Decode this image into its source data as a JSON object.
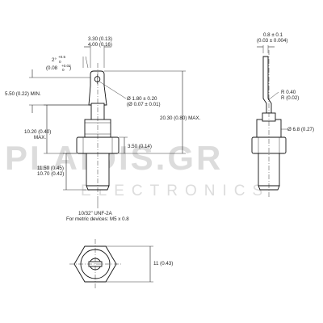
{
  "watermark": {
    "brand": "PLAIDIS.GR",
    "sub": "ELECTRONICS"
  },
  "left_view": {
    "lead_width": [
      "3.30 (0.13)",
      "4.00 (0.16)"
    ],
    "angle_main": "2°",
    "angle_tol_up": "+0.5",
    "angle_tol_down": "0",
    "angle_inch": "(0.08",
    "angle_inch_tol": "+0.02",
    "angle_inch_tol_down": "0",
    "angle_inch_close": ")",
    "lead_len_min": "5.50 (0.22) MIN.",
    "hole": [
      "Ø 1.80 ± 0.20",
      "(Ø 0.07 ± 0.01)"
    ],
    "overall_max": "20.30 (0.80) MAX.",
    "body_max": [
      "10.20 (0.40)",
      "MAX."
    ],
    "hex_thick": "3.50 (0.14)",
    "stud_len": [
      "11.50 (0.45)",
      "10.70 (0.42)"
    ],
    "thread": [
      "10/32\" UNF-2A",
      "For metric devices: M5 x 0.8"
    ]
  },
  "right_view": {
    "lead_thick": [
      "0.8 ± 0.1",
      "(0.03 ± 0.004)"
    ],
    "bend_radius": [
      "R 0.40",
      "R (0.02)"
    ],
    "body_dia": "Ø 6.8 (0.27)"
  },
  "bottom_view": {
    "hex_flat": "11 (0.43)"
  }
}
